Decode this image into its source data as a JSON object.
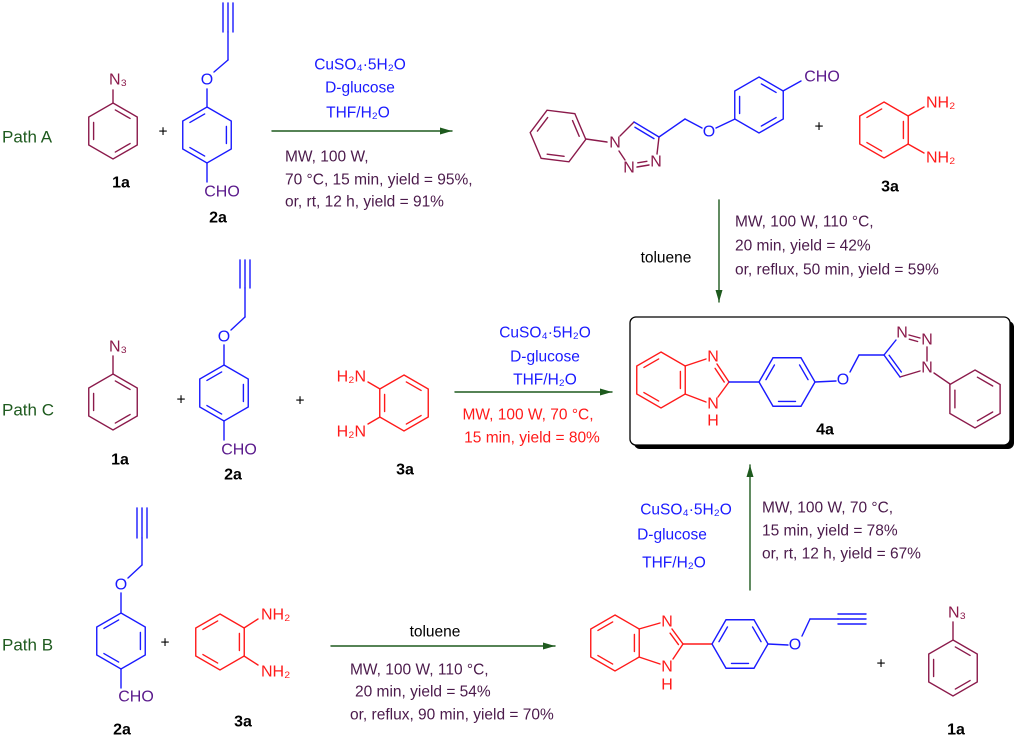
{
  "paths": {
    "a": "Path A",
    "b": "Path B",
    "c": "Path C"
  },
  "compound_labels": {
    "c1a": "1a",
    "c2a": "2a",
    "c3a": "3a",
    "c4a": "4a"
  },
  "plus": "+",
  "atoms": {
    "azide": "N₃",
    "oxygen": "O",
    "aldehyde": "CHO",
    "amine": "NH₂",
    "amine_left": "H₂N",
    "nitrogen": "N",
    "hydrogen": "H"
  },
  "path_a": {
    "reagents": [
      "CuSO₄·5H₂O",
      "D-glucose",
      "THF/H₂O"
    ],
    "conditions": [
      "MW, 100 W,",
      "70 °C, 15 min, yield = 95%,",
      "or, rt, 12 h, yield = 91%"
    ]
  },
  "path_a_step2": {
    "solvent": "toluene",
    "conditions": [
      "MW, 100 W, 110 °C,",
      "20 min, yield = 42%",
      "or, reflux, 50 min, yield = 59%"
    ]
  },
  "path_c": {
    "reagents": [
      "CuSO₄·5H₂O",
      "D-glucose",
      "THF/H₂O"
    ],
    "conditions": [
      "MW, 100 W, 70 °C,",
      "15 min, yield = 80%"
    ]
  },
  "path_b": {
    "solvent": "toluene",
    "conditions": [
      "MW, 100 W, 110 °C,",
      "20 min, yield = 54%",
      "or, reflux, 90 min, yield = 70%"
    ]
  },
  "path_b_step2": {
    "reagents": [
      "CuSO₄·5H₂O",
      "D-glucose",
      "THF/H₂O"
    ],
    "conditions": [
      "MW, 100 W, 70 °C,",
      "15 min, yield = 78%",
      "or, rt, 12 h, yield = 67%"
    ]
  },
  "colors": {
    "azide_part": "#8b1a4b",
    "alkyne_part": "#1a1aff",
    "diamine_part": "#ff1a1a",
    "arrow": "#1e5a1e",
    "conditions": "#4b1a4b"
  }
}
